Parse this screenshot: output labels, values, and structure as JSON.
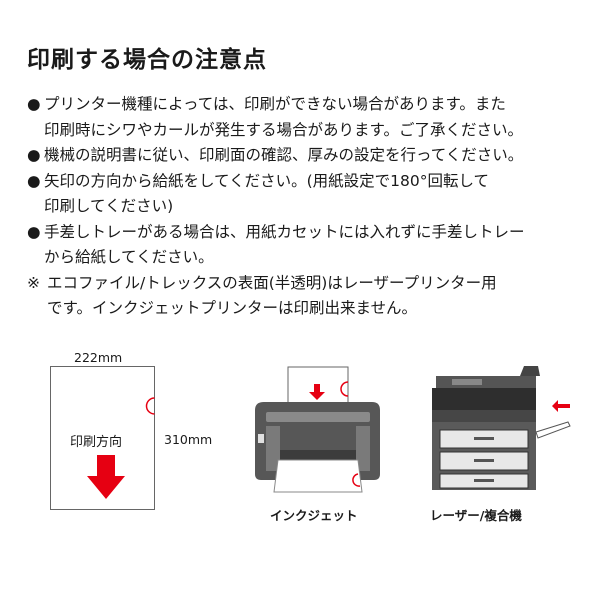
{
  "title": "印刷する場合の注意点",
  "notes": [
    {
      "bullet": "●",
      "text": "プリンター機種によっては、印刷ができない場合があります。また\n印刷時にシワやカールが発生する場合があります。ご了承ください。"
    },
    {
      "bullet": "●",
      "text": "機械の説明書に従い、印刷面の確認、厚みの設定を行ってください。"
    },
    {
      "bullet": "●",
      "text": "矢印の方向から給紙をしてください。(用紙設定で180°回転して\n印刷してください)"
    },
    {
      "bullet": "●",
      "text": "手差しトレーがある場合は、用紙カセットには入れずに手差しトレー\nから給紙してください。"
    },
    {
      "bullet": "※",
      "text": "エコファイル/トレックスの表面(半透明)はレーザープリンター用\nです。インクジェットプリンターは印刷出来ません。"
    }
  ],
  "diagram": {
    "width_label": "222mm",
    "height_label": "310mm",
    "direction_label": "印刷方向",
    "inkjet_caption": "インクジェット",
    "laser_caption": "レーザー/複合機"
  },
  "colors": {
    "accent": "#e60012",
    "text": "#1a1a1a"
  }
}
